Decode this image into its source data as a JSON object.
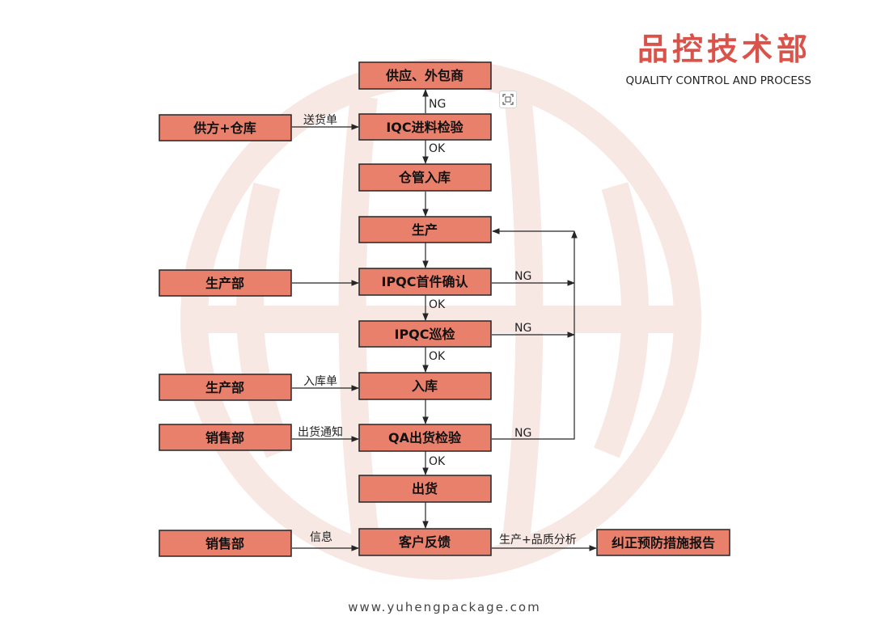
{
  "header": {
    "title": "品控技术部",
    "subtitle": "QUALITY CONTROL AND PROCESS"
  },
  "footer": {
    "url": "www.yuhengpackage.com"
  },
  "colors": {
    "box_fill": "#e8806c",
    "brand_red": "#d9534a",
    "watermark": "#f7e8e4"
  },
  "toolbar": {
    "fit_icon": "fit-to-screen-icon"
  },
  "nodes": {
    "supplier": "供应、外包商",
    "iqc": "IQC进料检验",
    "supplier_warehouse": "供方+仓库",
    "warehousing_in": "仓管入库",
    "production": "生产",
    "production_dept_1": "生产部",
    "ipqc_first": "IPQC首件确认",
    "ipqc_patrol": "IPQC巡检",
    "stock_in": "入库",
    "production_dept_2": "生产部",
    "qa_outgoing": "QA出货检验",
    "sales_dept_1": "销售部",
    "shipment": "出货",
    "customer_feedback": "客户反馈",
    "sales_dept_2": "销售部",
    "corrective_report": "纠正预防措施报告"
  },
  "edges": {
    "iqc_ng": "NG",
    "iqc_ok": "OK",
    "delivery_note": "送货单",
    "ipqc_first_ng": "NG",
    "ipqc_first_ok": "OK",
    "ipqc_patrol_ng": "NG",
    "ipqc_patrol_ok": "OK",
    "stock_in_note": "入库单",
    "shipping_notice": "出货通知",
    "qa_ng": "NG",
    "qa_ok": "OK",
    "information": "信息",
    "analysis": "生产+品质分析"
  }
}
